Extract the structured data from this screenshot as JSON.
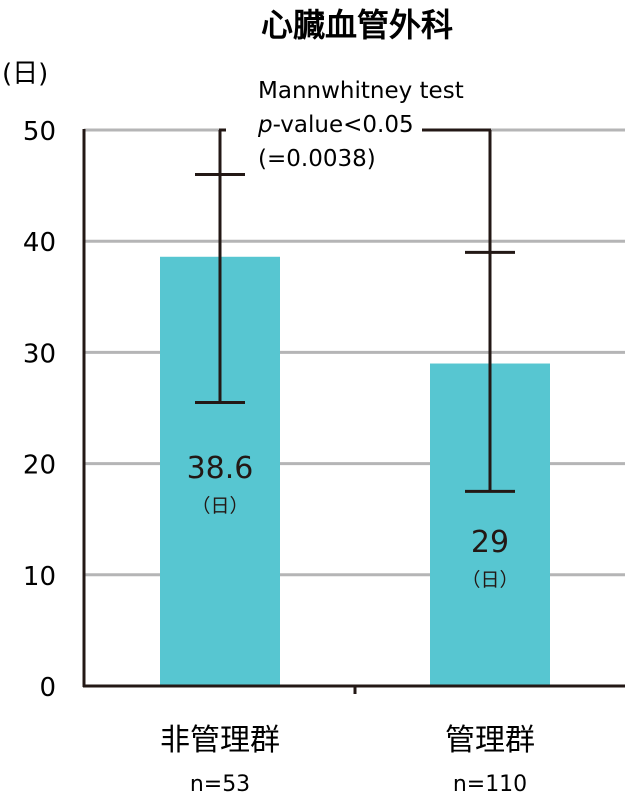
{
  "chart_data": {
    "type": "bar",
    "title": "心臓血管外科",
    "y_unit": "(日)",
    "ylim": [
      0,
      50
    ],
    "yticks": [
      "0",
      "10",
      "20",
      "30",
      "40",
      "50"
    ],
    "grid": true,
    "categories": [
      "非管理群",
      "管理群"
    ],
    "sample_sizes": [
      "n=53",
      "n=110"
    ],
    "values": [
      38.6,
      29
    ],
    "value_labels": [
      "38.6",
      "29"
    ],
    "value_unit": "（日）",
    "error_upper": [
      46,
      39
    ],
    "error_lower": [
      25.5,
      17.5
    ],
    "bar_color": "#57c6d1",
    "annotation": {
      "line1": "Mannwhitney test",
      "p_symbol": "p",
      "line2_rest": "-value<0.05",
      "line3": "(=0.0038)"
    }
  }
}
